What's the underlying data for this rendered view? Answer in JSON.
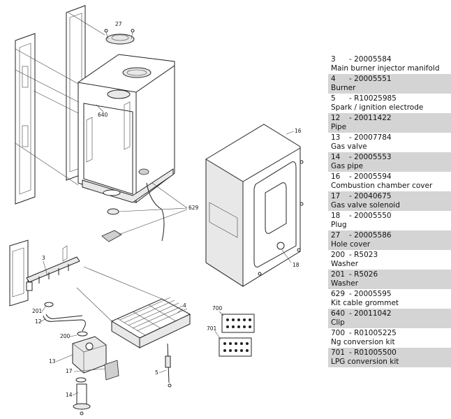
{
  "diagram": {
    "callouts": {
      "c27": "27",
      "c640": "640",
      "c629": "629",
      "c16": "16",
      "c18": "18",
      "c3": "3",
      "c4": "4",
      "c201": "201",
      "c12": "12",
      "c200": "200",
      "c13": "13",
      "c17": "17",
      "c14": "14",
      "c5": "5",
      "c700": "700",
      "c701": "701"
    }
  },
  "parts": [
    {
      "number": "3",
      "code": "- 20005584",
      "description": "Main burner injector manifold"
    },
    {
      "number": "4",
      "code": "- 20005551",
      "description": "Burner"
    },
    {
      "number": "5",
      "code": "- R10025985",
      "description": "Spark / ignition electrode"
    },
    {
      "number": "12",
      "code": "- 20011422",
      "description": "Pipe"
    },
    {
      "number": "13",
      "code": "- 20007784",
      "description": "Gas valve"
    },
    {
      "number": "14",
      "code": "- 20005553",
      "description": "Gas pipe"
    },
    {
      "number": "16",
      "code": "- 20005594",
      "description": "Combustion chamber cover"
    },
    {
      "number": "17",
      "code": "- 20040675",
      "description": "Gas valve solenoid"
    },
    {
      "number": "18",
      "code": "- 20005550",
      "description": "Plug"
    },
    {
      "number": "27",
      "code": "- 20005586",
      "description": "Hole cover"
    },
    {
      "number": "200",
      "code": "- R5023",
      "description": "Washer"
    },
    {
      "number": "201",
      "code": "- R5026",
      "description": "Washer"
    },
    {
      "number": "629",
      "code": "- 20005595",
      "description": "Kit cable grommet"
    },
    {
      "number": "640",
      "code": "- 20011042",
      "description": "Clip"
    },
    {
      "number": "700",
      "code": "- R01005225",
      "description": "Ng conversion kit"
    },
    {
      "number": "701",
      "code": "- R01005500",
      "description": "LPG conversion kit"
    }
  ]
}
